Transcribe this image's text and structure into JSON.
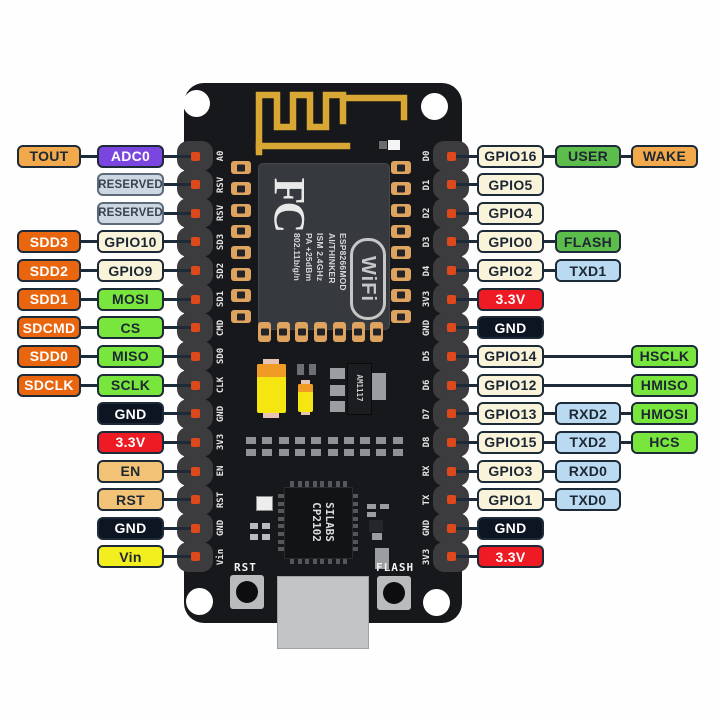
{
  "diagram": "NodeMCU ESP8266 development board pinout",
  "palette": {
    "tan": {
      "fill": "#F2A94B",
      "text": "#1d2733",
      "border": "#1d2a38"
    },
    "tan2": {
      "fill": "#F2C377",
      "text": "#1d2733",
      "border": "#1d2a38"
    },
    "purple": {
      "fill": "#7A46DF",
      "text": "#ffffff",
      "border": "#1d2a38"
    },
    "reserved": {
      "fill": "#CDD7E1",
      "text": "#39434e",
      "border": "#5d6b7a"
    },
    "orange": {
      "fill": "#E9650E",
      "text": "#ffffff",
      "border": "#1d2a38"
    },
    "cream": {
      "fill": "#F8F3D9",
      "text": "#1d2733",
      "border": "#1d2a38"
    },
    "green": {
      "fill": "#79E63D",
      "text": "#1d2733",
      "border": "#1d2a38"
    },
    "green2": {
      "fill": "#5DBD4B",
      "text": "#1d2733",
      "border": "#1d2a38"
    },
    "blue": {
      "fill": "#B9DAF0",
      "text": "#1d2733",
      "border": "#1d2a38"
    },
    "red": {
      "fill": "#EE1B24",
      "text": "#ffffff",
      "border": "#1d2a38"
    },
    "black": {
      "fill": "#0D1422",
      "text": "#ffffff",
      "border": "#1d2a38"
    },
    "yellow": {
      "fill": "#F3EE1D",
      "text": "#1d2733",
      "border": "#1d2a38"
    },
    "pin_dot": "#DE491C",
    "board": "#17181b",
    "antenna_gold": "#D9A733"
  },
  "left_rows": [
    [
      {
        "t": "TOUT",
        "s": "tan"
      },
      {
        "t": "ADC0",
        "s": "purple"
      }
    ],
    [
      null,
      {
        "t": "RESERVED",
        "s": "reserved"
      }
    ],
    [
      null,
      {
        "t": "RESERVED",
        "s": "reserved"
      }
    ],
    [
      {
        "t": "SDD3",
        "s": "orange"
      },
      {
        "t": "GPIO10",
        "s": "cream"
      }
    ],
    [
      {
        "t": "SDD2",
        "s": "orange"
      },
      {
        "t": "GPIO9",
        "s": "cream"
      }
    ],
    [
      {
        "t": "SDD1",
        "s": "orange"
      },
      {
        "t": "MOSI",
        "s": "green"
      }
    ],
    [
      {
        "t": "SDCMD",
        "s": "orange"
      },
      {
        "t": "CS",
        "s": "green"
      }
    ],
    [
      {
        "t": "SDD0",
        "s": "orange"
      },
      {
        "t": "MISO",
        "s": "green"
      }
    ],
    [
      {
        "t": "SDCLK",
        "s": "orange"
      },
      {
        "t": "SCLK",
        "s": "green"
      }
    ],
    [
      null,
      {
        "t": "GND",
        "s": "black"
      }
    ],
    [
      null,
      {
        "t": "3.3V",
        "s": "red"
      }
    ],
    [
      null,
      {
        "t": "EN",
        "s": "tan2"
      }
    ],
    [
      null,
      {
        "t": "RST",
        "s": "tan2"
      }
    ],
    [
      null,
      {
        "t": "GND",
        "s": "black"
      }
    ],
    [
      null,
      {
        "t": "Vin",
        "s": "yellow"
      }
    ]
  ],
  "right_rows": [
    {
      "c1": {
        "t": "GPIO16",
        "s": "cream"
      },
      "c2": {
        "t": "USER",
        "s": "green2"
      },
      "c3": {
        "t": "WAKE",
        "s": "tan"
      },
      "long": false
    },
    {
      "c1": {
        "t": "GPIO5",
        "s": "cream"
      },
      "c2": null,
      "c3": null,
      "long": false
    },
    {
      "c1": {
        "t": "GPIO4",
        "s": "cream"
      },
      "c2": null,
      "c3": null,
      "long": false
    },
    {
      "c1": {
        "t": "GPIO0",
        "s": "cream"
      },
      "c2": {
        "t": "FLASH",
        "s": "green2"
      },
      "c3": null,
      "long": false
    },
    {
      "c1": {
        "t": "GPIO2",
        "s": "cream"
      },
      "c2": {
        "t": "TXD1",
        "s": "blue"
      },
      "c3": null,
      "long": false
    },
    {
      "c1": {
        "t": "3.3V",
        "s": "red"
      },
      "c2": null,
      "c3": null,
      "long": false
    },
    {
      "c1": {
        "t": "GND",
        "s": "black"
      },
      "c2": null,
      "c3": null,
      "long": false
    },
    {
      "c1": {
        "t": "GPIO14",
        "s": "cream"
      },
      "c2": null,
      "c3": {
        "t": "HSCLK",
        "s": "green"
      },
      "long": true
    },
    {
      "c1": {
        "t": "GPIO12",
        "s": "cream"
      },
      "c2": null,
      "c3": {
        "t": "HMISO",
        "s": "green"
      },
      "long": true
    },
    {
      "c1": {
        "t": "GPIO13",
        "s": "cream"
      },
      "c2": {
        "t": "RXD2",
        "s": "blue"
      },
      "c3": {
        "t": "HMOSI",
        "s": "green"
      },
      "long": false
    },
    {
      "c1": {
        "t": "GPIO15",
        "s": "cream"
      },
      "c2": {
        "t": "TXD2",
        "s": "blue"
      },
      "c3": {
        "t": "HCS",
        "s": "green"
      },
      "long": false
    },
    {
      "c1": {
        "t": "GPIO3",
        "s": "cream"
      },
      "c2": {
        "t": "RXD0",
        "s": "blue"
      },
      "c3": null,
      "long": false
    },
    {
      "c1": {
        "t": "GPIO1",
        "s": "cream"
      },
      "c2": {
        "t": "TXD0",
        "s": "blue"
      },
      "c3": null,
      "long": false
    },
    {
      "c1": {
        "t": "GND",
        "s": "black"
      },
      "c2": null,
      "c3": null,
      "long": false
    },
    {
      "c1": {
        "t": "3.3V",
        "s": "red"
      },
      "c2": null,
      "c3": null,
      "long": false
    }
  ],
  "board": {
    "silk_left": [
      "A0",
      "RSV",
      "RSV",
      "SD3",
      "SD2",
      "SD1",
      "CMD",
      "SD0",
      "CLK",
      "GND",
      "3V3",
      "EN",
      "RST",
      "GND",
      "Vin"
    ],
    "silk_right": [
      "D0",
      "D1",
      "D2",
      "D3",
      "D4",
      "3V3",
      "GND",
      "D5",
      "D6",
      "D7",
      "D8",
      "RX",
      "TX",
      "GND",
      "3V3"
    ],
    "module": {
      "fcc_logo": "FC",
      "lines": [
        "ESP8266MOD",
        "AI/THINKER",
        "ISM 2.4GHz",
        "PA +25dBm",
        "802.11b/g/n"
      ],
      "wifi_logo": "WiFi"
    },
    "regulator": "AM1117",
    "usb_chip": {
      "line1": "SILABS",
      "line2": "CP2102"
    },
    "buttons": {
      "reset": "RST",
      "flash": "FLASH"
    }
  }
}
